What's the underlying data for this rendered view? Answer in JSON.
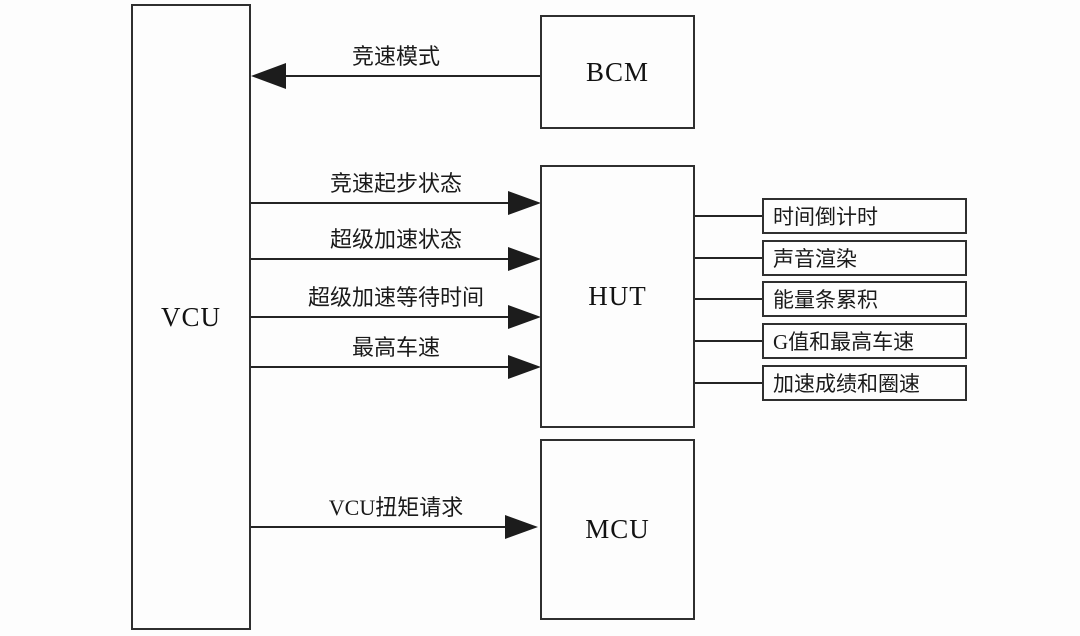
{
  "diagram": {
    "type": "block-diagram",
    "nodes": {
      "vcu": {
        "label": "VCU"
      },
      "bcm": {
        "label": "BCM"
      },
      "hut": {
        "label": "HUT"
      },
      "mcu": {
        "label": "MCU"
      }
    },
    "signals": {
      "bcm_to_vcu": {
        "label": "竞速模式",
        "from": "BCM",
        "to": "VCU"
      },
      "vcu_to_hut": [
        {
          "label": "竞速起步状态",
          "from": "VCU",
          "to": "HUT"
        },
        {
          "label": "超级加速状态",
          "from": "VCU",
          "to": "HUT"
        },
        {
          "label": "超级加速等待时间",
          "from": "VCU",
          "to": "HUT"
        },
        {
          "label": "最高车速",
          "from": "VCU",
          "to": "HUT"
        }
      ],
      "vcu_to_mcu": {
        "label": "VCU扭矩请求",
        "from": "VCU",
        "to": "MCU"
      }
    },
    "hut_outputs": [
      {
        "label": "时间倒计时"
      },
      {
        "label": "声音渲染"
      },
      {
        "label": "能量条累积"
      },
      {
        "label": "G值和最高车速"
      },
      {
        "label": "加速成绩和圈速"
      }
    ],
    "colors": {
      "background": "#fdfdfd",
      "box_border": "#2f2f2f",
      "line": "#242424",
      "text": "#121212"
    }
  }
}
